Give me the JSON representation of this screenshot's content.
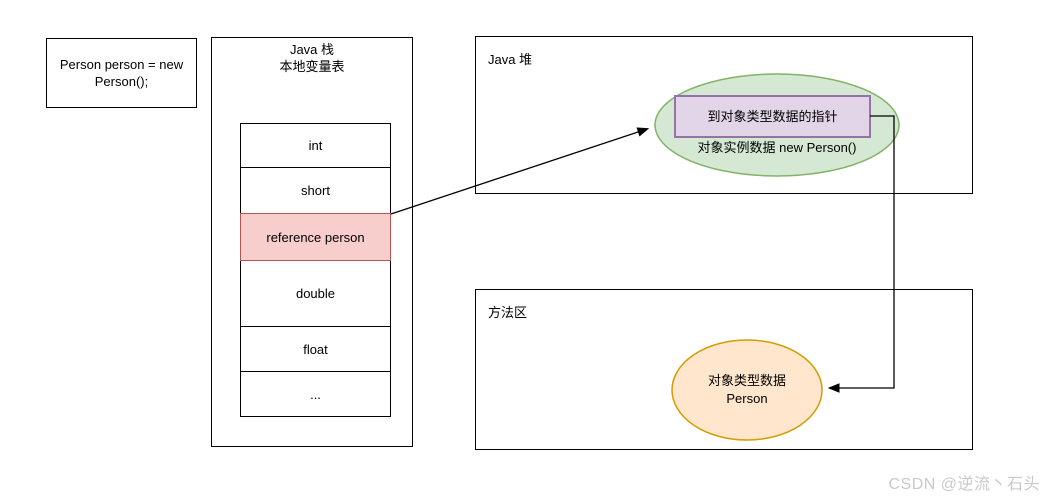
{
  "code_box": {
    "text": "Person person = new Person();"
  },
  "stack": {
    "title_line1": "Java 栈",
    "title_line2": "本地变量表",
    "slots": [
      {
        "label": "int",
        "highlighted": false
      },
      {
        "label": "short",
        "highlighted": false
      },
      {
        "label": "reference person",
        "highlighted": true
      },
      {
        "label": "double",
        "highlighted": false
      },
      {
        "label": "float",
        "highlighted": false
      },
      {
        "label": "...",
        "highlighted": false
      }
    ]
  },
  "heap": {
    "title": "Java 堆",
    "pointer_box_label": "到对象类型数据的指针",
    "instance_label": "对象实例数据 new Person()"
  },
  "method_area": {
    "title": "方法区",
    "type_data_label": "对象类型数据 Person"
  },
  "watermark": "CSDN @逆流丶石头",
  "colors": {
    "highlight_fill": "#f8cecc",
    "highlight_stroke": "#b85450",
    "instance_ellipse_fill": "#d5e8d4",
    "instance_ellipse_stroke": "#82b366",
    "pointer_box_fill": "#e1d5e7",
    "pointer_box_stroke": "#9673a6",
    "type_ellipse_fill": "#ffe6cc",
    "type_ellipse_stroke": "#d79b00",
    "line_color": "#000000"
  }
}
